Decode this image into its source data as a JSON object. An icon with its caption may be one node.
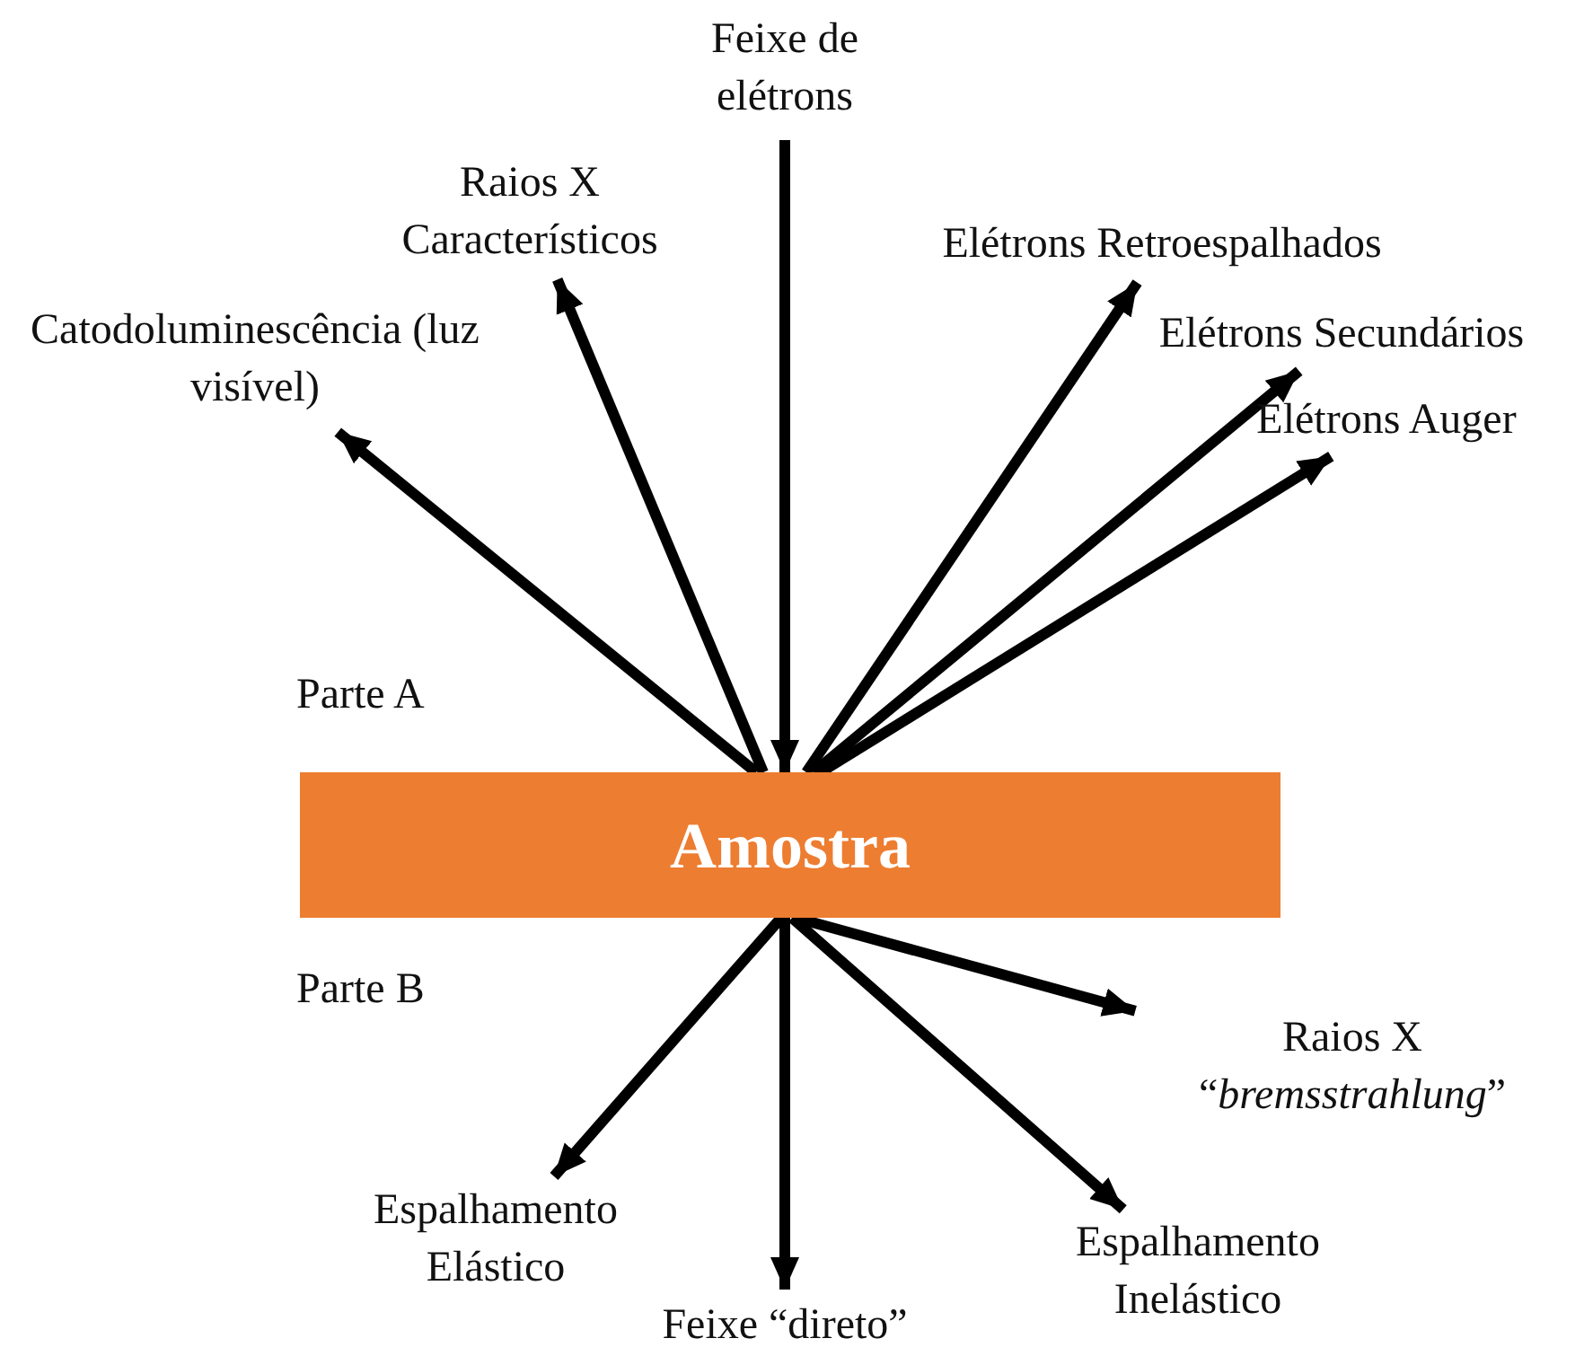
{
  "diagram": {
    "nodes": [
      {
        "text": [
          "Feixe de elétrons"
        ]
      },
      {
        "text": [
          "Raios X Característicos"
        ]
      },
      {
        "text": [
          "Catodoluminescência (luz visível)"
        ]
      },
      {
        "text": [
          "Elétrons Retroespalhados"
        ]
      },
      {
        "text": [
          "Elétrons Secundários"
        ]
      },
      {
        "text": [
          "Elétrons Auger"
        ]
      },
      {
        "text": [
          "Amostra"
        ]
      },
      {
        "text": [
          "Raios X “*bremsstrahlung*”"
        ]
      },
      {
        "text": [
          "Espalhamento Elástico"
        ]
      },
      {
        "text": [
          "Feixe “direto”"
        ]
      },
      {
        "text": [
          "Espalhamento Inelástico"
        ]
      }
    ],
    "edges": [
      {
        "from": 0,
        "to": 6,
        "arrow": "to"
      },
      {
        "from": 6,
        "to": 1,
        "arrow": "to"
      },
      {
        "from": 6,
        "to": 2,
        "arrow": "to"
      },
      {
        "from": 6,
        "to": 3,
        "arrow": "to"
      },
      {
        "from": 6,
        "to": 4,
        "arrow": "to"
      },
      {
        "from": 6,
        "to": 5,
        "arrow": "to"
      },
      {
        "from": 6,
        "to": 7,
        "arrow": "to"
      },
      {
        "from": 6,
        "to": 8,
        "arrow": "to"
      },
      {
        "from": 6,
        "to": 9,
        "arrow": "to"
      },
      {
        "from": 6,
        "to": 10,
        "arrow": "to"
      }
    ],
    "labels": [
      "Parte A",
      "Parte B"
    ]
  }
}
